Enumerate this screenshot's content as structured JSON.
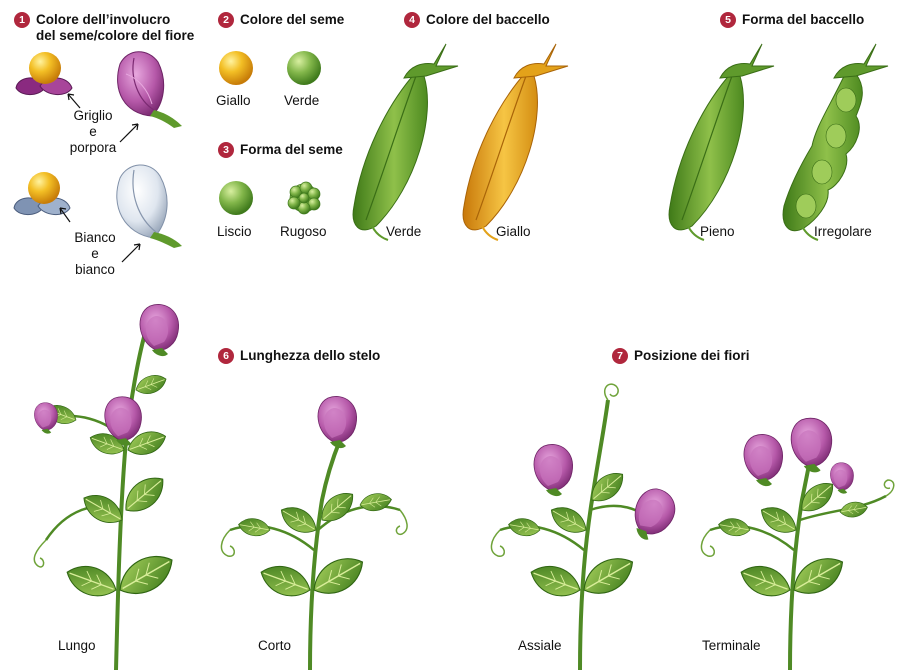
{
  "sections": {
    "s1": {
      "number": "1",
      "title_line1": "Colore dell’involucro",
      "title_line2": "del seme/colore del fiore"
    },
    "s2": {
      "number": "2",
      "title": "Colore del seme"
    },
    "s3": {
      "number": "3",
      "title": "Forma del seme"
    },
    "s4": {
      "number": "4",
      "title": "Colore del baccello"
    },
    "s5": {
      "number": "5",
      "title": "Forma del baccello"
    },
    "s6": {
      "number": "6",
      "title": "Lunghezza dello stelo"
    },
    "s7": {
      "number": "7",
      "title": "Posizione dei fiori"
    }
  },
  "labels": {
    "griglio": [
      "Griglio",
      "e",
      "porpora"
    ],
    "bianco": [
      "Bianco",
      "e",
      "bianco"
    ],
    "giallo_seme": "Giallo",
    "verde_seme": "Verde",
    "liscio": "Liscio",
    "rugoso": "Rugoso",
    "verde_baccello": "Verde",
    "giallo_baccello": "Giallo",
    "pieno": "Pieno",
    "irregolare": "Irregolare",
    "lungo": "Lungo",
    "corto": "Corto",
    "assiale": "Assiale",
    "terminale": "Terminale"
  },
  "colors": {
    "badge": "#b0273d",
    "flower_purple": "#a8459a",
    "flower_white": "#dfe6ef",
    "seed_yellow": "#f0b420",
    "seed_green": "#7fb24a",
    "pod_green": "#6a9b2e",
    "pod_yellow": "#e3a21a",
    "leaf_green": "#5f9a2c",
    "stem_green": "#4f8a25"
  },
  "icons": [
    "purple-flower-icon",
    "white-flower-icon",
    "yellow-seed-icon",
    "green-seed-icon",
    "wrinkled-seed-icon",
    "pea-pod-icon",
    "pea-plant-icon"
  ]
}
